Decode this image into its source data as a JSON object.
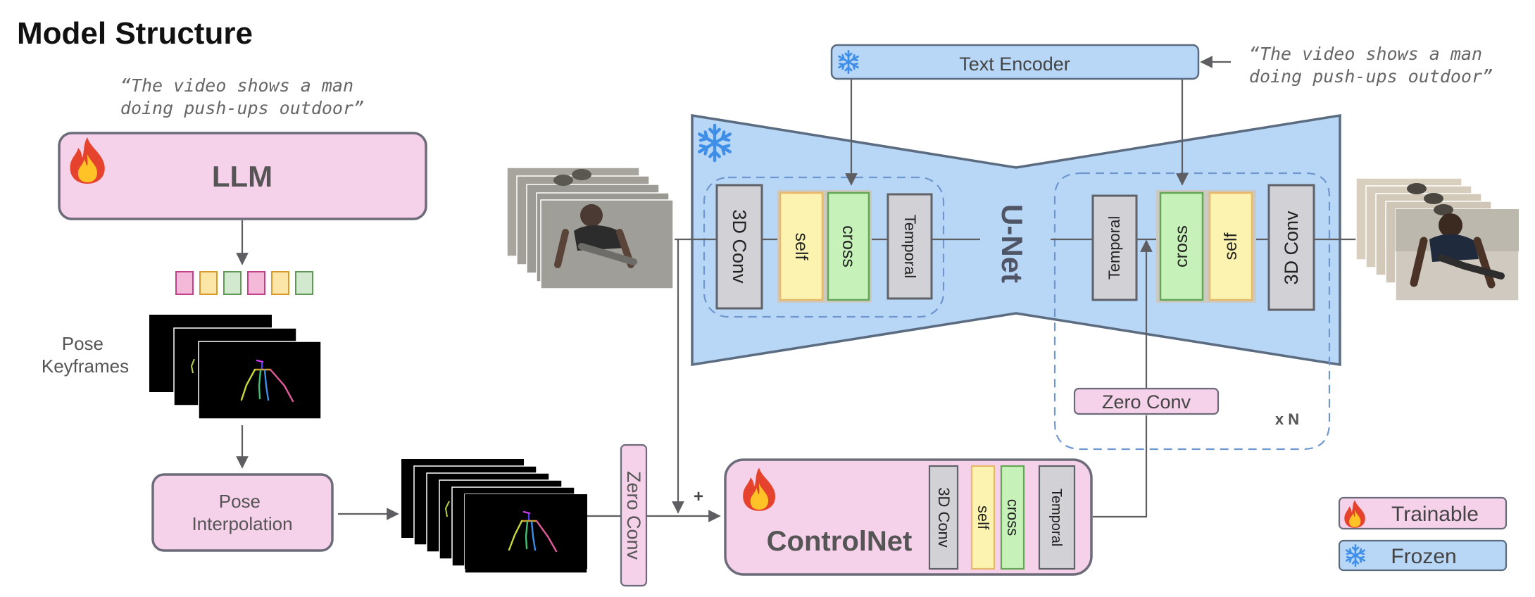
{
  "title": "Model Structure",
  "prompt_left": [
    "“The video shows a man",
    "doing push-ups outdoor”"
  ],
  "prompt_right": [
    "“The video shows a man",
    "doing push-ups outdoor”"
  ],
  "llm": {
    "label": "LLM"
  },
  "token_colors": [
    "#f4b8d8",
    "#fbe6a8",
    "#d3e9cf",
    "#f4b8d8",
    "#fbe6a8",
    "#d3e9cf"
  ],
  "pose_keyframes": {
    "label": [
      "Pose",
      "Keyframes"
    ]
  },
  "pose_interpolation": {
    "label": [
      "Pose",
      "Interpolation"
    ]
  },
  "text_encoder": {
    "label": "Text Encoder"
  },
  "unet": {
    "label": "U-Net",
    "encoder_blocks": [
      "3D Conv",
      "self",
      "cross",
      "Temporal"
    ],
    "decoder_blocks": [
      "Temporal",
      "cross",
      "self",
      "3D Conv"
    ],
    "repeat": "x N"
  },
  "zero_conv_top": "Zero Conv",
  "zero_conv_side": "Zero Conv",
  "plus": "+",
  "controlnet": {
    "label": "ControlNet",
    "blocks": [
      "3D Conv",
      "self",
      "cross",
      "Temporal"
    ]
  },
  "legend": {
    "trainable": "Trainable",
    "frozen": "Frozen"
  },
  "icons": {
    "trainable": "fire-icon",
    "frozen": "snowflake-icon"
  },
  "colors": {
    "pink": "#f6d1ea",
    "pink_border": "#6b6b7a",
    "blue": "#b8d6f5",
    "blue_dash": "#6f97cf",
    "yellow": "#fdf3b0",
    "yellow_border": "#e7b96a",
    "green": "#c6f1b8",
    "green_border": "#63a757",
    "gray": "#d2d2d6",
    "arrow": "#5d5d62",
    "snow": "#3f8ee8"
  }
}
